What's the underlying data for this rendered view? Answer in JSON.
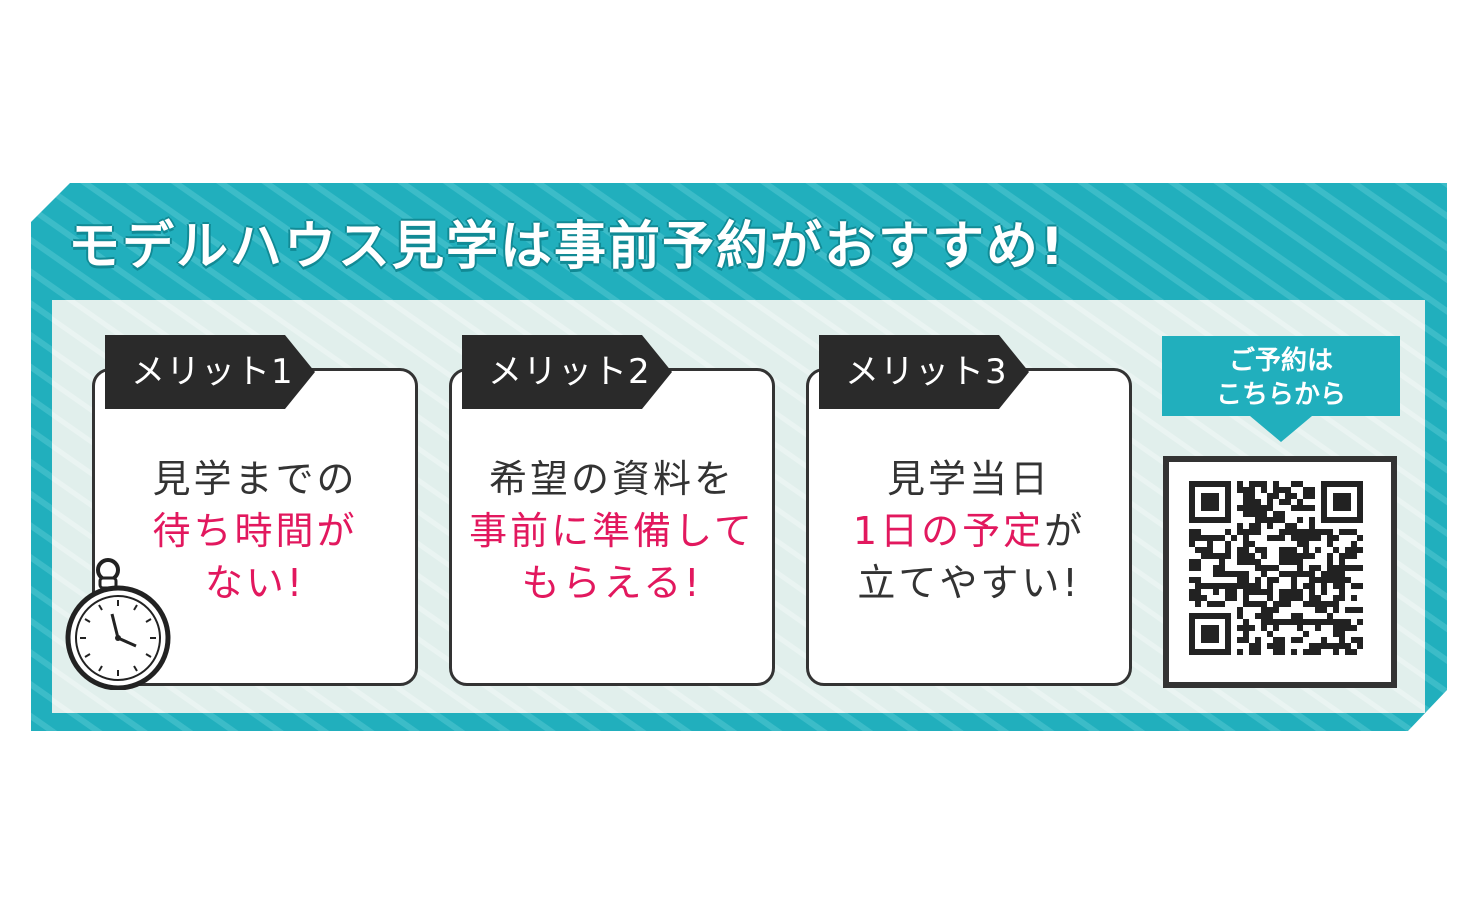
{
  "headline": "モデルハウス見学は事前予約がおすすめ!",
  "merits": [
    {
      "tag": "メリット1",
      "lines": [
        [
          {
            "text": "見学までの",
            "pink": false
          }
        ],
        [
          {
            "text": "待ち時間が",
            "pink": true
          }
        ],
        [
          {
            "text": "ない!",
            "pink": true
          }
        ]
      ]
    },
    {
      "tag": "メリット2",
      "lines": [
        [
          {
            "text": "希望の資料を",
            "pink": false
          }
        ],
        [
          {
            "text": "事前に準備して",
            "pink": true
          }
        ],
        [
          {
            "text": "もらえる!",
            "pink": true
          }
        ]
      ]
    },
    {
      "tag": "メリット3",
      "lines": [
        [
          {
            "text": "見学当日",
            "pink": false
          }
        ],
        [
          {
            "text": "1日の予定",
            "pink": true
          },
          {
            "text": "が",
            "pink": false
          }
        ],
        [
          {
            "text": "立てやすい!",
            "pink": false
          }
        ]
      ]
    }
  ],
  "reserve": {
    "line1": "ご予約は",
    "line2": "こちらから"
  },
  "colors": {
    "teal": "#21afbd",
    "panel": "#e1efec",
    "pink": "#e2185e",
    "dark": "#333333"
  },
  "icons": {
    "watch": "pocket-watch-icon",
    "qr": "qr-code-icon",
    "arrow": "down-arrow-badge"
  }
}
